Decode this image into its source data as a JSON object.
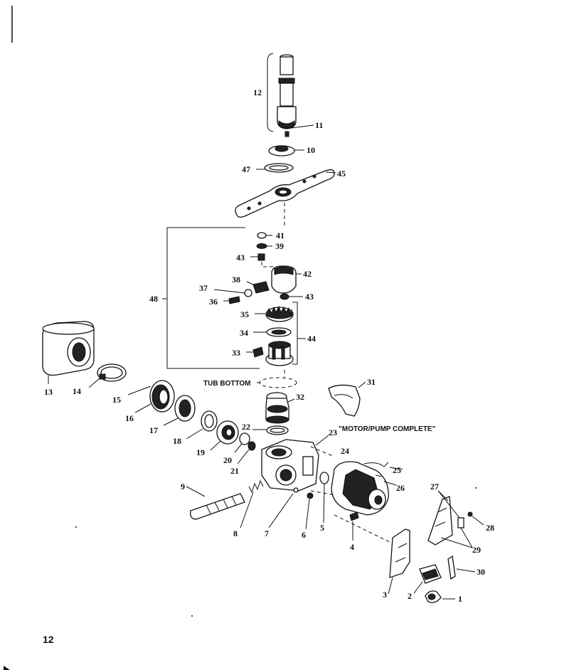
{
  "page_number": "12",
  "labels": {
    "tub_bottom": "TUB BOTTOM",
    "motor_pump": "\"MOTOR/PUMP COMPLETE\""
  },
  "callouts": {
    "p1": "1",
    "p2": "2",
    "p3": "3",
    "p4": "4",
    "p5": "5",
    "p6": "6",
    "p7": "7",
    "p8": "8",
    "p9": "9",
    "p10": "10",
    "p11": "11",
    "p12": "12",
    "p13": "13",
    "p14": "14",
    "p15": "15",
    "p16": "16",
    "p17": "17",
    "p18": "18",
    "p19": "19",
    "p20": "20",
    "p21": "21",
    "p22": "22",
    "p23": "23",
    "p24": "24",
    "p25": "25",
    "p26": "26",
    "p27": "27",
    "p28": "28",
    "p29": "29",
    "p30": "30",
    "p31": "31",
    "p32": "32",
    "p33": "33",
    "p34": "34",
    "p35": "35",
    "p36": "36",
    "p37": "37",
    "p38": "38",
    "p39": "39",
    "p41": "41",
    "p42": "42",
    "p43a": "43",
    "p43b": "43",
    "p44": "44",
    "p45": "45",
    "p47": "47",
    "p48": "48"
  }
}
